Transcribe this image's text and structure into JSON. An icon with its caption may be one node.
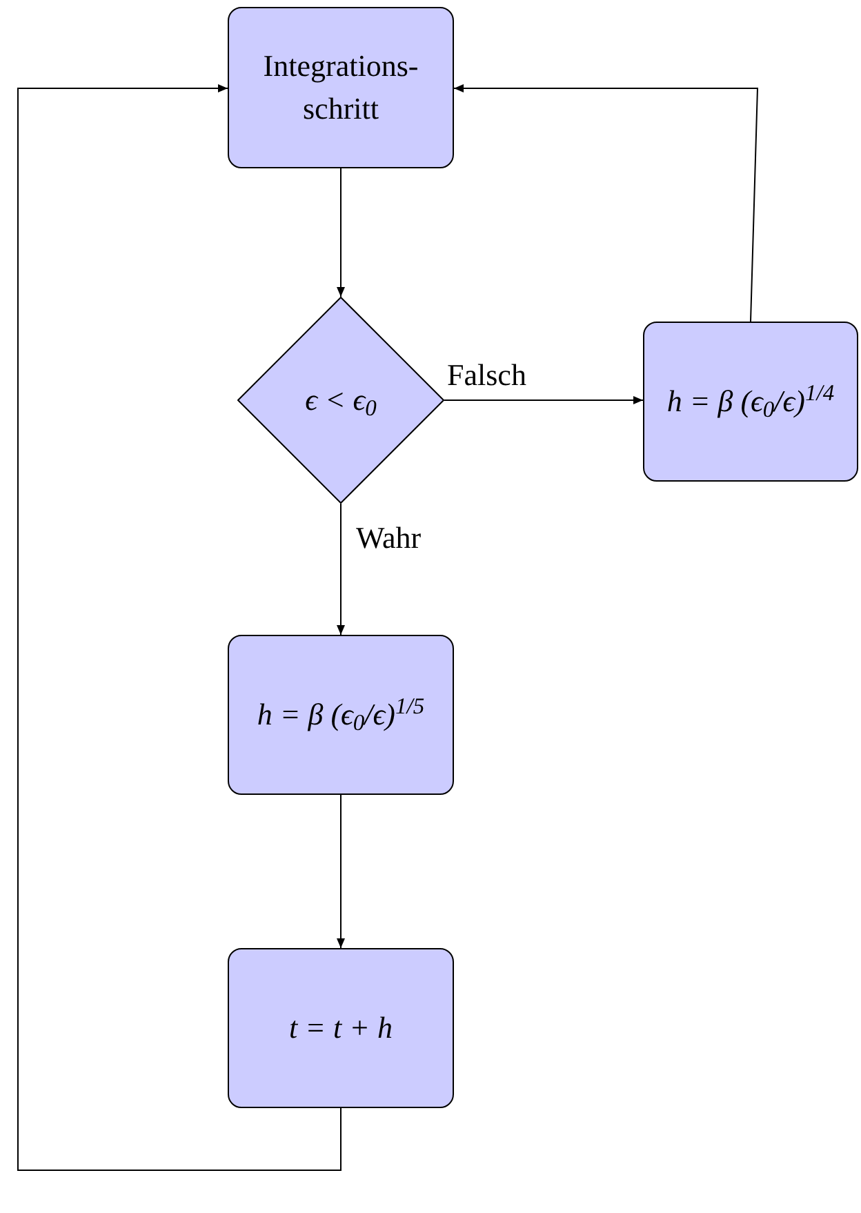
{
  "diagram": {
    "nodes": [
      {
        "text": [
          "Integrations-schritt"
        ]
      },
      {
        "text": [
          "ϵ < ϵ$_{0}$"
        ]
      },
      {
        "text": [
          "h = β (ϵ$_{0}$/ϵ)$^{1/4}$"
        ]
      },
      {
        "text": [
          "h = β (ϵ$_{0}$/ϵ)$^{1/5}$"
        ]
      },
      {
        "text": [
          "t = t + h"
        ]
      }
    ],
    "edges": [
      {
        "from": 0,
        "to": 1,
        "arrow": "to"
      },
      {
        "from": 1,
        "to": 2,
        "arrow": "to",
        "label": "Falsch"
      },
      {
        "from": 1,
        "to": 3,
        "arrow": "to",
        "label": "Wahr"
      },
      {
        "from": 3,
        "to": 4,
        "arrow": "to"
      },
      {
        "from": 4,
        "to": 0,
        "arrow": "to"
      },
      {
        "from": 2,
        "to": 0,
        "arrow": "to"
      }
    ]
  }
}
